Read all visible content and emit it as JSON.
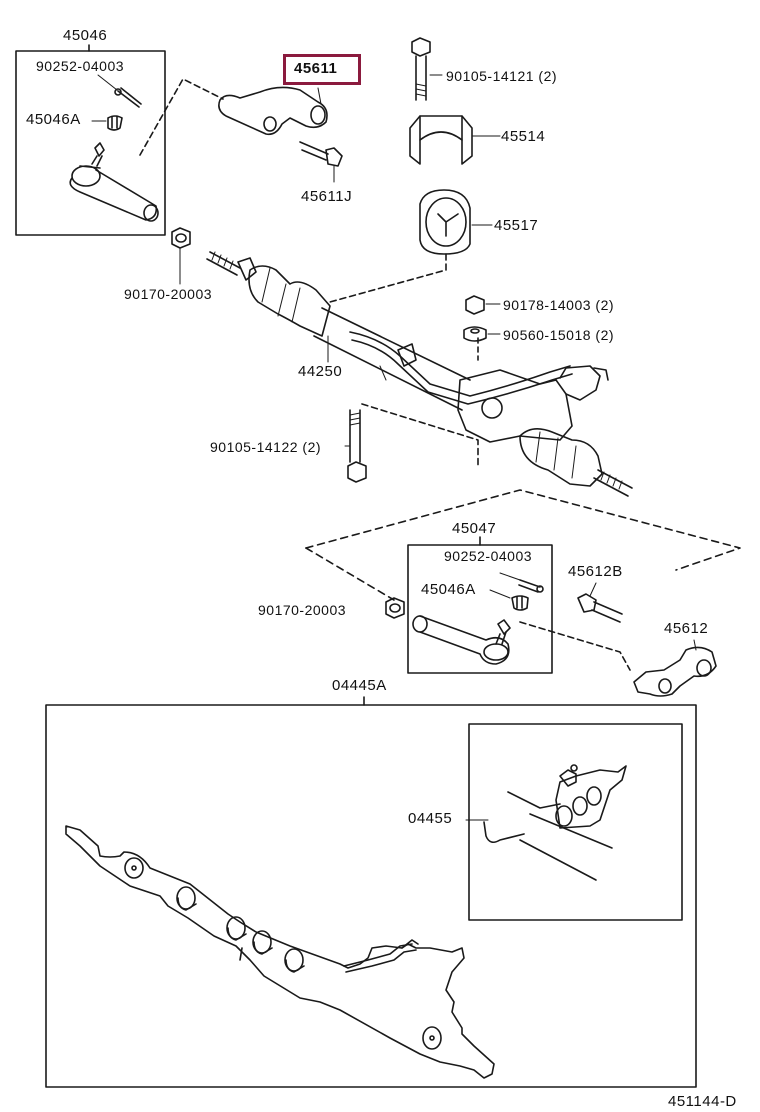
{
  "colors": {
    "line": "#1a1a1a",
    "highlight": "#8b1a3e",
    "background": "#ffffff"
  },
  "labels": {
    "p45046": "45046",
    "p90252_top": "90252-04003",
    "p45046A_top": "45046A",
    "p45611": "45611",
    "p45611J": "45611J",
    "p90105_14121": "90105-14121 (2)",
    "p45514": "45514",
    "p45517": "45517",
    "p90170_top": "90170-20003",
    "p90178": "90178-14003 (2)",
    "p90560": "90560-15018 (2)",
    "p44250": "44250",
    "p90105_14122": "90105-14122 (2)",
    "p45047": "45047",
    "p90252_bottom": "90252-04003",
    "p45046A_bottom": "45046A",
    "p45612B": "45612B",
    "p90170_bottom": "90170-20003",
    "p45612": "45612",
    "p04445A": "04445A",
    "p04455": "04455",
    "figure_code": "451144-D"
  }
}
